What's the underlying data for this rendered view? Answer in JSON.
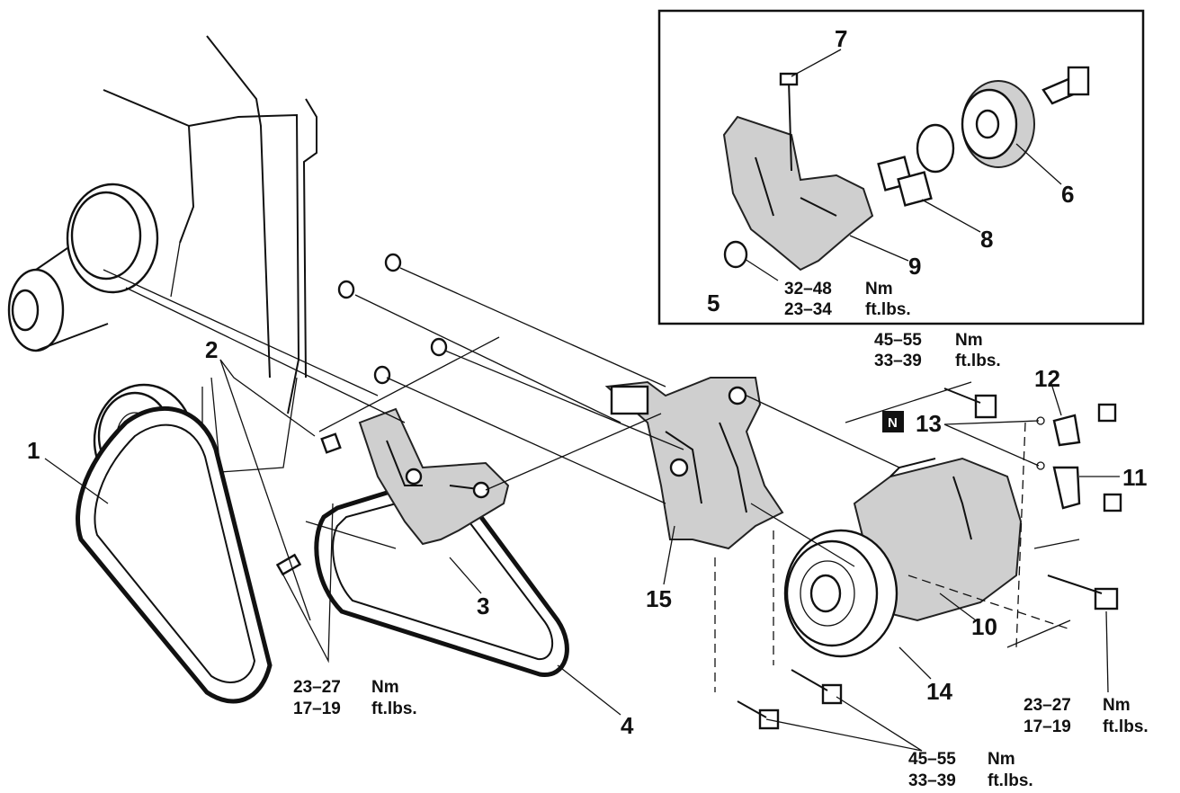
{
  "callouts": [
    "1",
    "2",
    "3",
    "4",
    "5",
    "6",
    "7",
    "8",
    "9",
    "10",
    "11",
    "12",
    "13",
    "14",
    "15"
  ],
  "badge": "N",
  "torque": {
    "t1": {
      "nm": "32–48",
      "nm_unit": "Nm",
      "ft": "23–34",
      "ft_unit": "ft.lbs."
    },
    "t2": {
      "nm": "45–55",
      "nm_unit": "Nm",
      "ft": "33–39",
      "ft_unit": "ft.lbs."
    },
    "t3": {
      "nm": "23–27",
      "nm_unit": "Nm",
      "ft": "17–19",
      "ft_unit": "ft.lbs."
    },
    "t4": {
      "nm": "23–27",
      "nm_unit": "Nm",
      "ft": "17–19",
      "ft_unit": "ft.lbs."
    },
    "t5": {
      "nm": "45–55",
      "nm_unit": "Nm",
      "ft": "33–39",
      "ft_unit": "ft.lbs."
    }
  }
}
